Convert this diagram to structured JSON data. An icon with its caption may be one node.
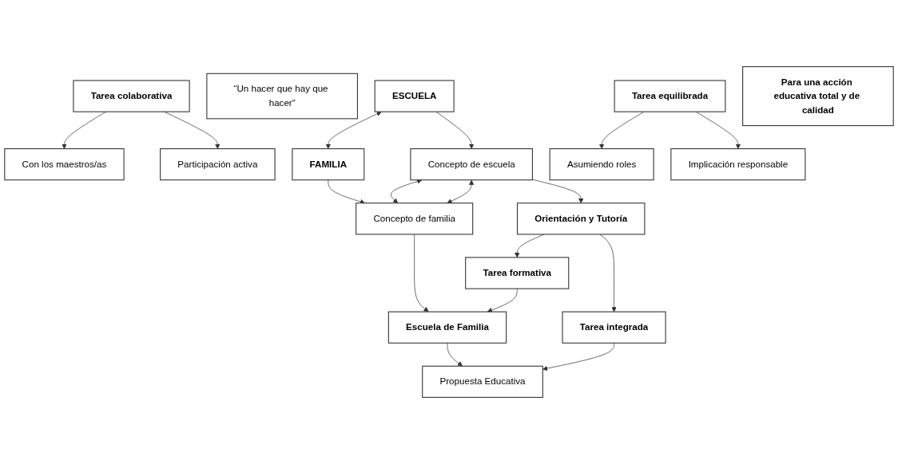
{
  "diagram": {
    "nodes": [
      {
        "text": [
          "ESCUELA"
        ]
      },
      {
        "text": [
          "FAMILIA"
        ]
      },
      {
        "text": [
          "“Un hacer que hay que hacer”"
        ]
      },
      {
        "text": [
          "Con los maestros/as"
        ]
      },
      {
        "text": [
          "Tarea colaborativa"
        ]
      },
      {
        "text": [
          "Participación activa"
        ]
      },
      {
        "text": [
          "Asumiendo roles"
        ]
      },
      {
        "text": [
          "Tarea equilibrada"
        ]
      },
      {
        "text": [
          "Implicación responsable"
        ]
      },
      {
        "text": [
          "Concepto de escuela"
        ]
      },
      {
        "text": [
          "Concepto de familia"
        ]
      },
      {
        "text": [
          "Orientación y Tutoría"
        ]
      },
      {
        "text": [
          "Tarea formativa"
        ]
      },
      {
        "text": [
          "Escuela de Familia"
        ]
      },
      {
        "text": [
          "Tarea integrada"
        ]
      },
      {
        "text": [
          "Propuesta Educativa"
        ]
      },
      {
        "text": [
          "Para una acción educativa total y de calidad"
        ]
      }
    ],
    "edges": [
      {
        "from": 0,
        "to": 1,
        "arrow": "both"
      },
      {
        "from": 4,
        "to": 3,
        "arrow": "to"
      },
      {
        "from": 4,
        "to": 5,
        "arrow": "to"
      },
      {
        "from": 7,
        "to": 6,
        "arrow": "to"
      },
      {
        "from": 7,
        "to": 8,
        "arrow": "to"
      },
      {
        "from": 0,
        "to": 9,
        "arrow": "to"
      },
      {
        "from": 1,
        "to": 10,
        "arrow": "to"
      },
      {
        "from": 9,
        "to": 10,
        "arrow": "both"
      },
      {
        "from": 9,
        "to": 10,
        "arrow": "both"
      },
      {
        "from": 9,
        "to": 11,
        "arrow": "to"
      },
      {
        "from": 11,
        "to": 12,
        "arrow": "to"
      },
      {
        "from": 11,
        "to": 14,
        "arrow": "to"
      },
      {
        "from": 12,
        "to": 13,
        "arrow": "to"
      },
      {
        "from": 14,
        "to": 15,
        "arrow": "to"
      },
      {
        "from": 10,
        "to": 13,
        "arrow": "to"
      },
      {
        "from": 13,
        "to": 15,
        "arrow": "to"
      }
    ]
  }
}
